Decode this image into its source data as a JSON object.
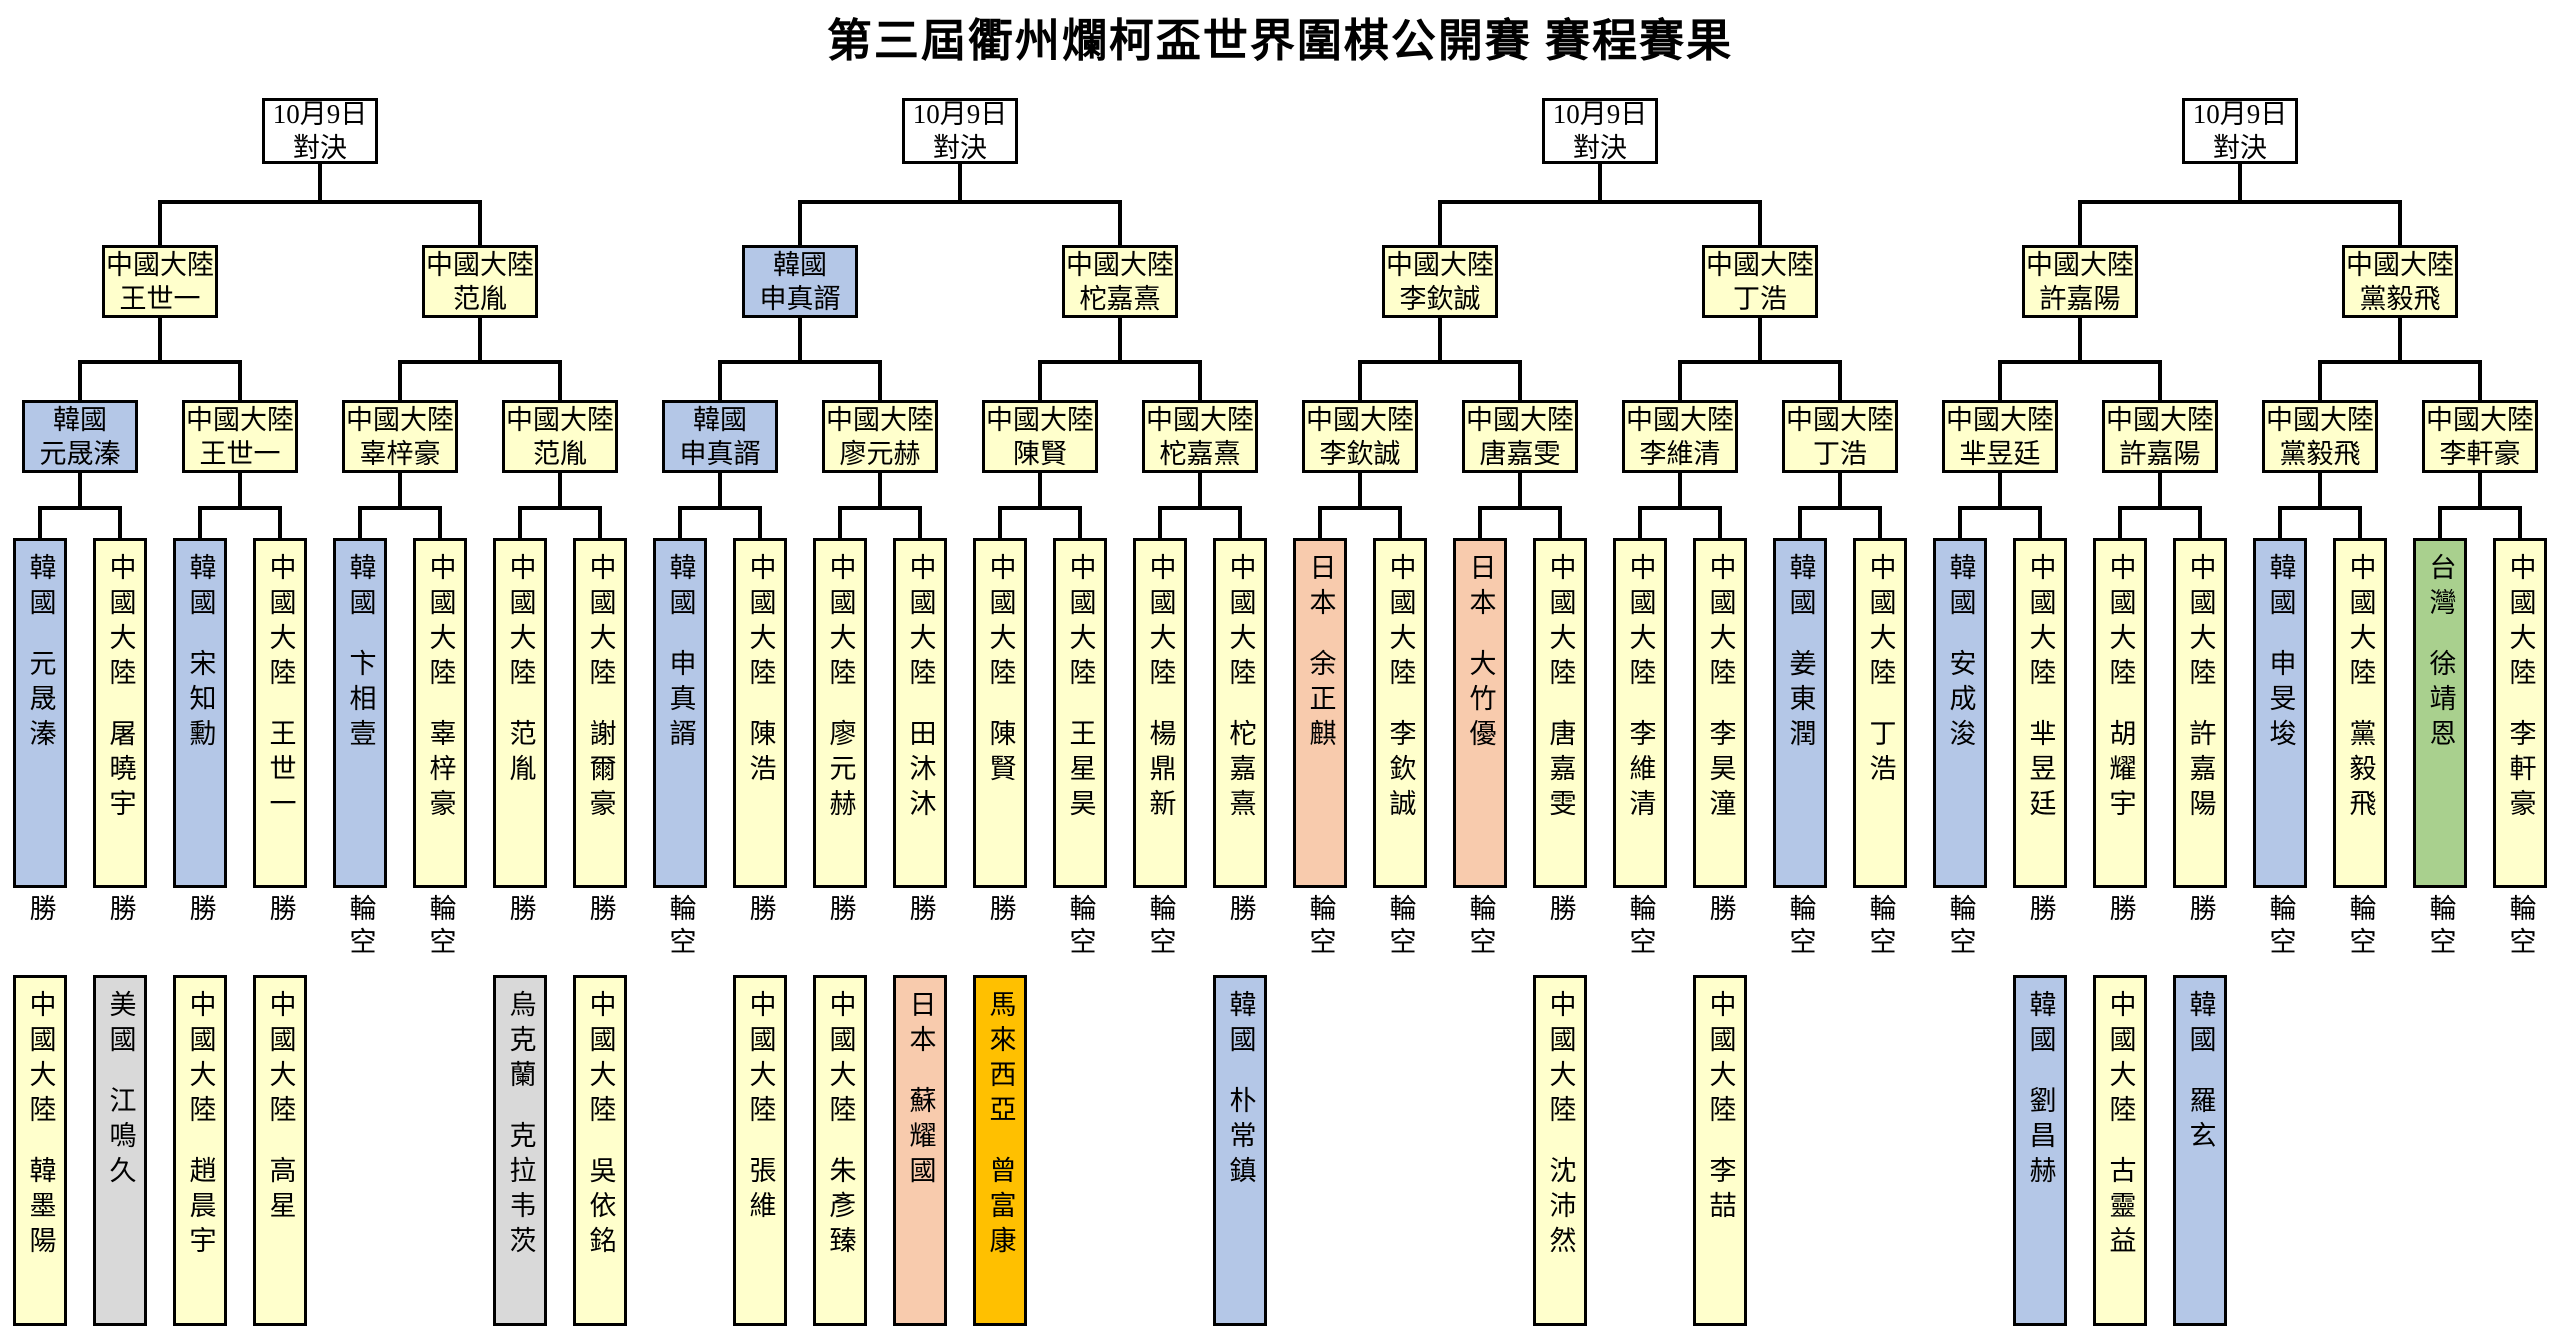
{
  "title": "第三屆衢州爛柯盃世界圍棋公開賽 賽程賽果",
  "legend_colors": {
    "china_mainland": "#FFFFCC",
    "korea": "#B4C7E7",
    "japan": "#F8CBAD",
    "taiwan": "#A9D08E",
    "malaysia": "#FFC000",
    "usa": "#D9D9D9",
    "ukraine": "#D9D9D9",
    "date_box": "#FFFFFF",
    "line": "#000000"
  },
  "result_labels": {
    "win": "勝",
    "bye": "輪空"
  },
  "sections": [
    {
      "date": {
        "line1": "10月9日",
        "line2": "對決"
      },
      "quarterfinalists": [
        {
          "region": "中國大陸",
          "name": "王世一",
          "flag": "china_mainland"
        },
        {
          "region": "中國大陸",
          "name": "范胤",
          "flag": "china_mainland"
        }
      ],
      "round_of_16": [
        {
          "region": "韓國",
          "name": "元晟溱",
          "flag": "korea"
        },
        {
          "region": "中國大陸",
          "name": "王世一",
          "flag": "china_mainland"
        },
        {
          "region": "中國大陸",
          "name": "辜梓豪",
          "flag": "china_mainland"
        },
        {
          "region": "中國大陸",
          "name": "范胤",
          "flag": "china_mainland"
        }
      ],
      "players": [
        {
          "region": "韓國",
          "name": "元晟溱",
          "flag": "korea",
          "result": "勝",
          "opponent": {
            "region": "中國大陸",
            "name": "韓墨陽",
            "flag": "china_mainland"
          }
        },
        {
          "region": "中國大陸",
          "name": "屠曉宇",
          "flag": "china_mainland",
          "result": "勝",
          "opponent": {
            "region": "美國",
            "name": "江鳴久",
            "flag": "usa"
          }
        },
        {
          "region": "韓國",
          "name": "宋知勳",
          "flag": "korea",
          "result": "勝",
          "opponent": {
            "region": "中國大陸",
            "name": "趙晨宇",
            "flag": "china_mainland"
          }
        },
        {
          "region": "中國大陸",
          "name": "王世一",
          "flag": "china_mainland",
          "result": "勝",
          "opponent": {
            "region": "中國大陸",
            "name": "高星",
            "flag": "china_mainland"
          }
        },
        {
          "region": "韓國",
          "name": "卞相壹",
          "flag": "korea",
          "result": "輪空",
          "opponent": null
        },
        {
          "region": "中國大陸",
          "name": "辜梓豪",
          "flag": "china_mainland",
          "result": "輪空",
          "opponent": null
        },
        {
          "region": "中國大陸",
          "name": "范胤",
          "flag": "china_mainland",
          "result": "勝",
          "opponent": {
            "region": "烏克蘭",
            "name": "克拉韦茨",
            "flag": "ukraine"
          }
        },
        {
          "region": "中國大陸",
          "name": "謝爾豪",
          "flag": "china_mainland",
          "result": "勝",
          "opponent": {
            "region": "中國大陸",
            "name": "吳依銘",
            "flag": "china_mainland"
          }
        }
      ]
    },
    {
      "date": {
        "line1": "10月9日",
        "line2": "對決"
      },
      "quarterfinalists": [
        {
          "region": "韓國",
          "name": "申真諝",
          "flag": "korea"
        },
        {
          "region": "中國大陸",
          "name": "柁嘉熹",
          "flag": "china_mainland"
        }
      ],
      "round_of_16": [
        {
          "region": "韓國",
          "name": "申真諝",
          "flag": "korea"
        },
        {
          "region": "中國大陸",
          "name": "廖元赫",
          "flag": "china_mainland"
        },
        {
          "region": "中國大陸",
          "name": "陳賢",
          "flag": "china_mainland"
        },
        {
          "region": "中國大陸",
          "name": "柁嘉熹",
          "flag": "china_mainland"
        }
      ],
      "players": [
        {
          "region": "韓國",
          "name": "申真諝",
          "flag": "korea",
          "result": "輪空",
          "opponent": null
        },
        {
          "region": "中國大陸",
          "name": "陳浩",
          "flag": "china_mainland",
          "result": "勝",
          "opponent": {
            "region": "中國大陸",
            "name": "張維",
            "flag": "china_mainland"
          }
        },
        {
          "region": "中國大陸",
          "name": "廖元赫",
          "flag": "china_mainland",
          "result": "勝",
          "opponent": {
            "region": "中國大陸",
            "name": "朱彥臻",
            "flag": "china_mainland"
          }
        },
        {
          "region": "中國大陸",
          "name": "田沐沐",
          "flag": "china_mainland",
          "result": "勝",
          "opponent": {
            "region": "日本",
            "name": "蘇耀國",
            "flag": "japan"
          }
        },
        {
          "region": "中國大陸",
          "name": "陳賢",
          "flag": "china_mainland",
          "result": "勝",
          "opponent": {
            "region": "馬來西亞",
            "name": "曾富康",
            "flag": "malaysia"
          }
        },
        {
          "region": "中國大陸",
          "name": "王星昊",
          "flag": "china_mainland",
          "result": "輪空",
          "opponent": null
        },
        {
          "region": "中國大陸",
          "name": "楊鼎新",
          "flag": "china_mainland",
          "result": "輪空",
          "opponent": null
        },
        {
          "region": "中國大陸",
          "name": "柁嘉熹",
          "flag": "china_mainland",
          "result": "勝",
          "opponent": {
            "region": "韓國",
            "name": "朴常鎮",
            "flag": "korea"
          }
        }
      ]
    },
    {
      "date": {
        "line1": "10月9日",
        "line2": "對決"
      },
      "quarterfinalists": [
        {
          "region": "中國大陸",
          "name": "李欽誠",
          "flag": "china_mainland"
        },
        {
          "region": "中國大陸",
          "name": "丁浩",
          "flag": "china_mainland"
        }
      ],
      "round_of_16": [
        {
          "region": "中國大陸",
          "name": "李欽誠",
          "flag": "china_mainland"
        },
        {
          "region": "中國大陸",
          "name": "唐嘉雯",
          "flag": "china_mainland"
        },
        {
          "region": "中國大陸",
          "name": "李維清",
          "flag": "china_mainland"
        },
        {
          "region": "中國大陸",
          "name": "丁浩",
          "flag": "china_mainland"
        }
      ],
      "players": [
        {
          "region": "日本",
          "name": "余正麒",
          "flag": "japan",
          "result": "輪空",
          "opponent": null
        },
        {
          "region": "中國大陸",
          "name": "李欽誠",
          "flag": "china_mainland",
          "result": "輪空",
          "opponent": null
        },
        {
          "region": "日本",
          "name": "大竹優",
          "flag": "japan",
          "result": "輪空",
          "opponent": null
        },
        {
          "region": "中國大陸",
          "name": "唐嘉雯",
          "flag": "china_mainland",
          "result": "勝",
          "opponent": {
            "region": "中國大陸",
            "name": "沈沛然",
            "flag": "china_mainland"
          }
        },
        {
          "region": "中國大陸",
          "name": "李維清",
          "flag": "china_mainland",
          "result": "輪空",
          "opponent": null
        },
        {
          "region": "中國大陸",
          "name": "李昊潼",
          "flag": "china_mainland",
          "result": "勝",
          "opponent": {
            "region": "中國大陸",
            "name": "李喆",
            "flag": "china_mainland"
          }
        },
        {
          "region": "韓國",
          "name": "姜東潤",
          "flag": "korea",
          "result": "輪空",
          "opponent": null
        },
        {
          "region": "中國大陸",
          "name": "丁浩",
          "flag": "china_mainland",
          "result": "輪空",
          "opponent": null
        }
      ]
    },
    {
      "date": {
        "line1": "10月9日",
        "line2": "對決"
      },
      "quarterfinalists": [
        {
          "region": "中國大陸",
          "name": "許嘉陽",
          "flag": "china_mainland"
        },
        {
          "region": "中國大陸",
          "name": "黨毅飛",
          "flag": "china_mainland"
        }
      ],
      "round_of_16": [
        {
          "region": "中國大陸",
          "name": "芈昱廷",
          "flag": "china_mainland"
        },
        {
          "region": "中國大陸",
          "name": "許嘉陽",
          "flag": "china_mainland"
        },
        {
          "region": "中國大陸",
          "name": "黨毅飛",
          "flag": "china_mainland"
        },
        {
          "region": "中國大陸",
          "name": "李軒豪",
          "flag": "china_mainland"
        }
      ],
      "players": [
        {
          "region": "韓國",
          "name": "安成浚",
          "flag": "korea",
          "result": "輪空",
          "opponent": null
        },
        {
          "region": "中國大陸",
          "name": "芈昱廷",
          "flag": "china_mainland",
          "result": "勝",
          "opponent": {
            "region": "韓國",
            "name": "劉昌赫",
            "flag": "korea"
          }
        },
        {
          "region": "中國大陸",
          "name": "胡耀宇",
          "flag": "china_mainland",
          "result": "勝",
          "opponent": {
            "region": "中國大陸",
            "name": "古靈益",
            "flag": "china_mainland"
          }
        },
        {
          "region": "中國大陸",
          "name": "許嘉陽",
          "flag": "china_mainland",
          "result": "勝",
          "opponent": {
            "region": "韓國",
            "name": "羅玄",
            "flag": "korea"
          }
        },
        {
          "region": "韓國",
          "name": "申旻埈",
          "flag": "korea",
          "result": "輪空",
          "opponent": null
        },
        {
          "region": "中國大陸",
          "name": "黨毅飛",
          "flag": "china_mainland",
          "result": "輪空",
          "opponent": null
        },
        {
          "region": "台灣",
          "name": "徐靖恩",
          "flag": "taiwan",
          "result": "輪空",
          "opponent": null
        },
        {
          "region": "中國大陸",
          "name": "李軒豪",
          "flag": "china_mainland",
          "result": "輪空",
          "opponent": null
        }
      ]
    }
  ]
}
